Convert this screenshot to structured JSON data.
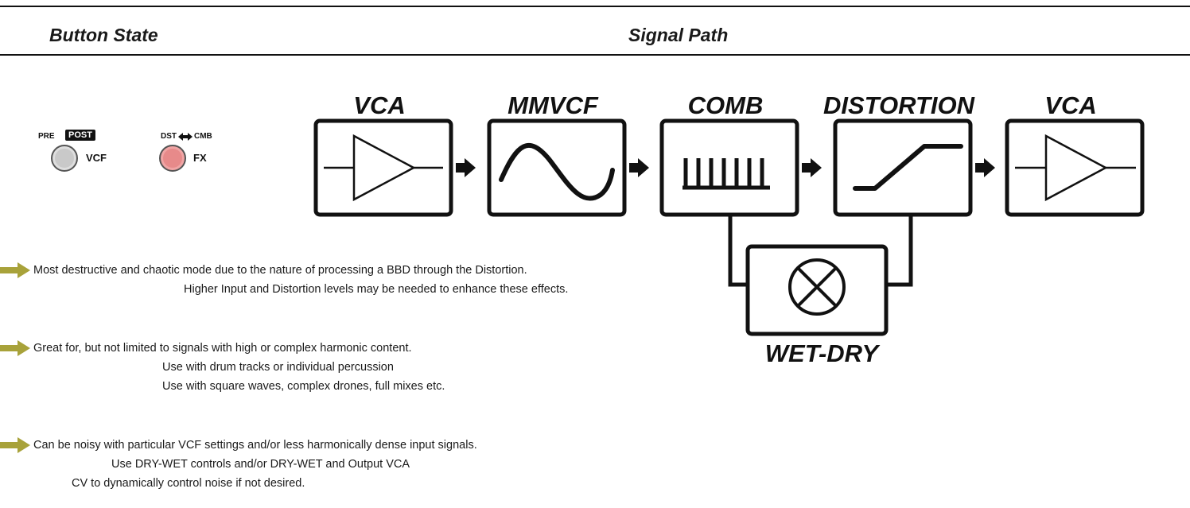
{
  "header": {
    "button_state": "Button State",
    "signal_path": "Signal Path"
  },
  "controls": {
    "vcf": {
      "left_label": "PRE",
      "right_label": "POST",
      "name": "VCF",
      "color": "#c9c9c9",
      "selected": "POST"
    },
    "fx": {
      "left_label": "DST",
      "right_label": "CMB",
      "name": "FX",
      "color": "#e78a8a",
      "selected": "both"
    }
  },
  "signal_path": {
    "blocks": [
      {
        "label": "VCA",
        "symbol": "amplifier-triangle"
      },
      {
        "label": "MMVCF",
        "symbol": "sine-wave"
      },
      {
        "label": "COMB",
        "symbol": "comb-teeth"
      },
      {
        "label": "DISTORTION",
        "symbol": "clip-curve"
      },
      {
        "label": "VCA",
        "symbol": "amplifier-triangle"
      }
    ],
    "mixer": {
      "label": "WET-DRY",
      "symbol": "circle-cross"
    }
  },
  "notes": [
    {
      "main": "Most destructive and chaotic mode due to the nature of processing a BBD through the Distortion.",
      "subs": [
        "Higher Input and Distortion levels may be needed to enhance these effects."
      ]
    },
    {
      "main": "Great for, but not limited to signals with high or complex harmonic content.",
      "subs": [
        "Use with drum tracks or individual percussion",
        "Use with square waves, complex drones, full mixes etc."
      ]
    },
    {
      "main": "Can be noisy with particular VCF settings and/or less harmonically dense input signals.",
      "subs": [
        "Use DRY-WET controls and/or DRY-WET and Output VCA",
        "CV to dynamically control noise if not desired."
      ]
    }
  ],
  "colors": {
    "note_arrow": "#a8a23a",
    "ink": "#111111"
  }
}
